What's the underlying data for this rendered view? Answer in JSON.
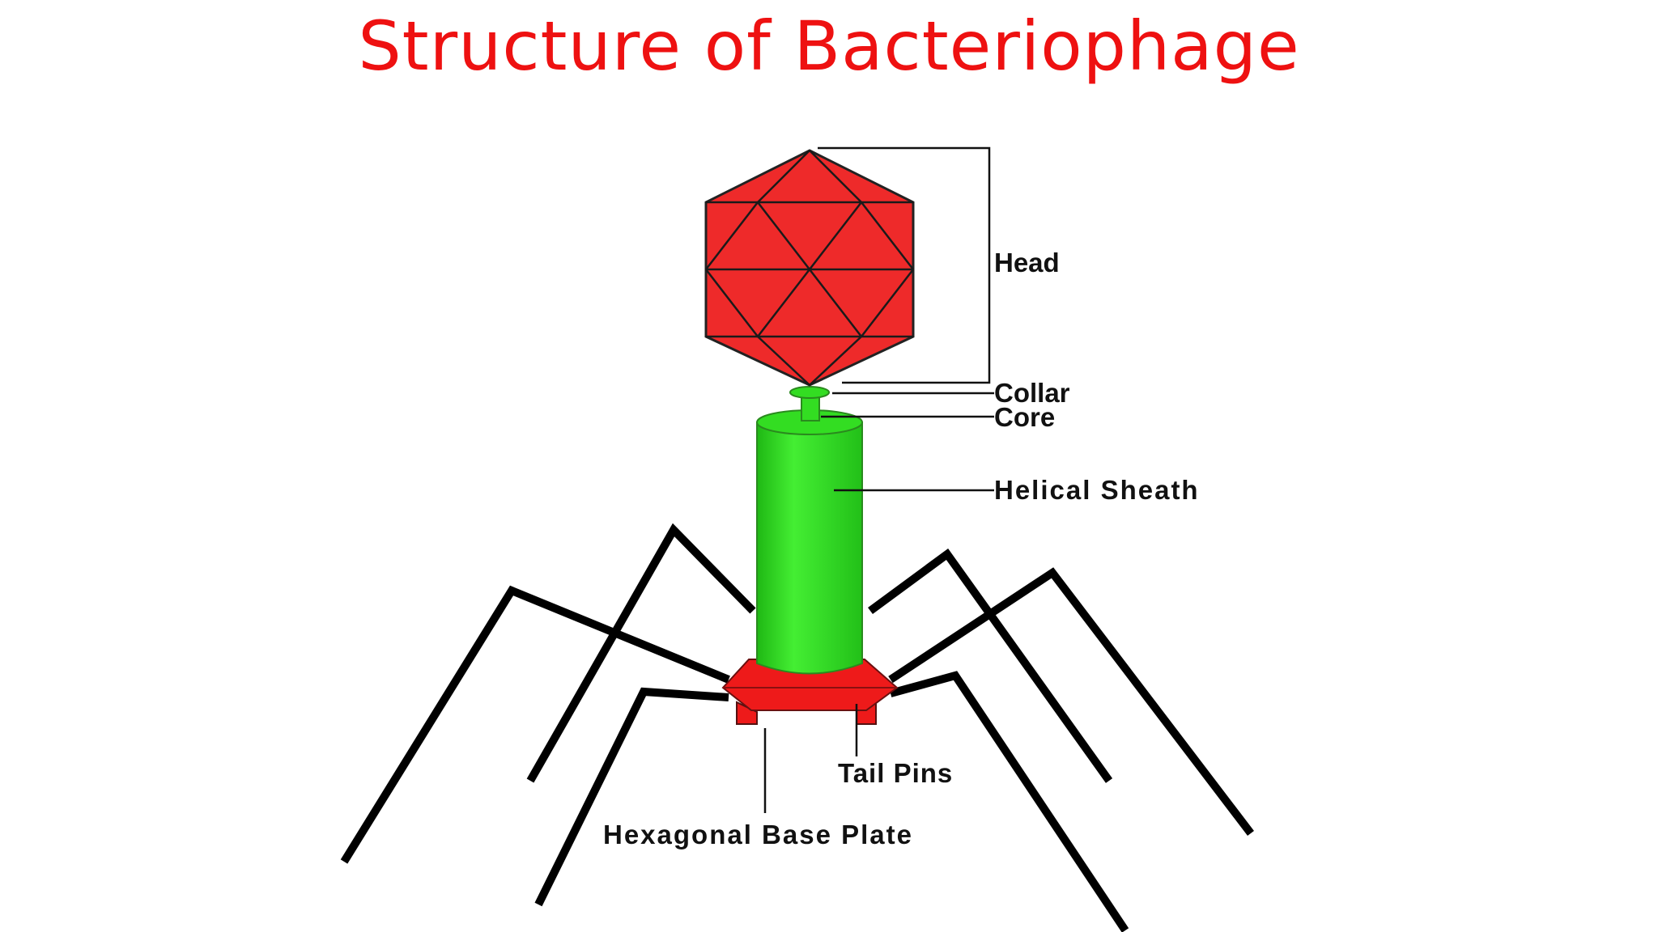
{
  "title": "Structure of Bacteriophage",
  "labels": {
    "head": "Head",
    "collar": "Collar",
    "core": "Core",
    "helical_sheath": "Helical Sheath",
    "tail_pins": "Tail Pins",
    "base_plate": "Hexagonal Base Plate"
  },
  "colors": {
    "title": "#ee1111",
    "head": "#ee2a2a",
    "sheath": "#33dd22",
    "base_plate": "#ee1a1a",
    "legs": "#000000"
  }
}
